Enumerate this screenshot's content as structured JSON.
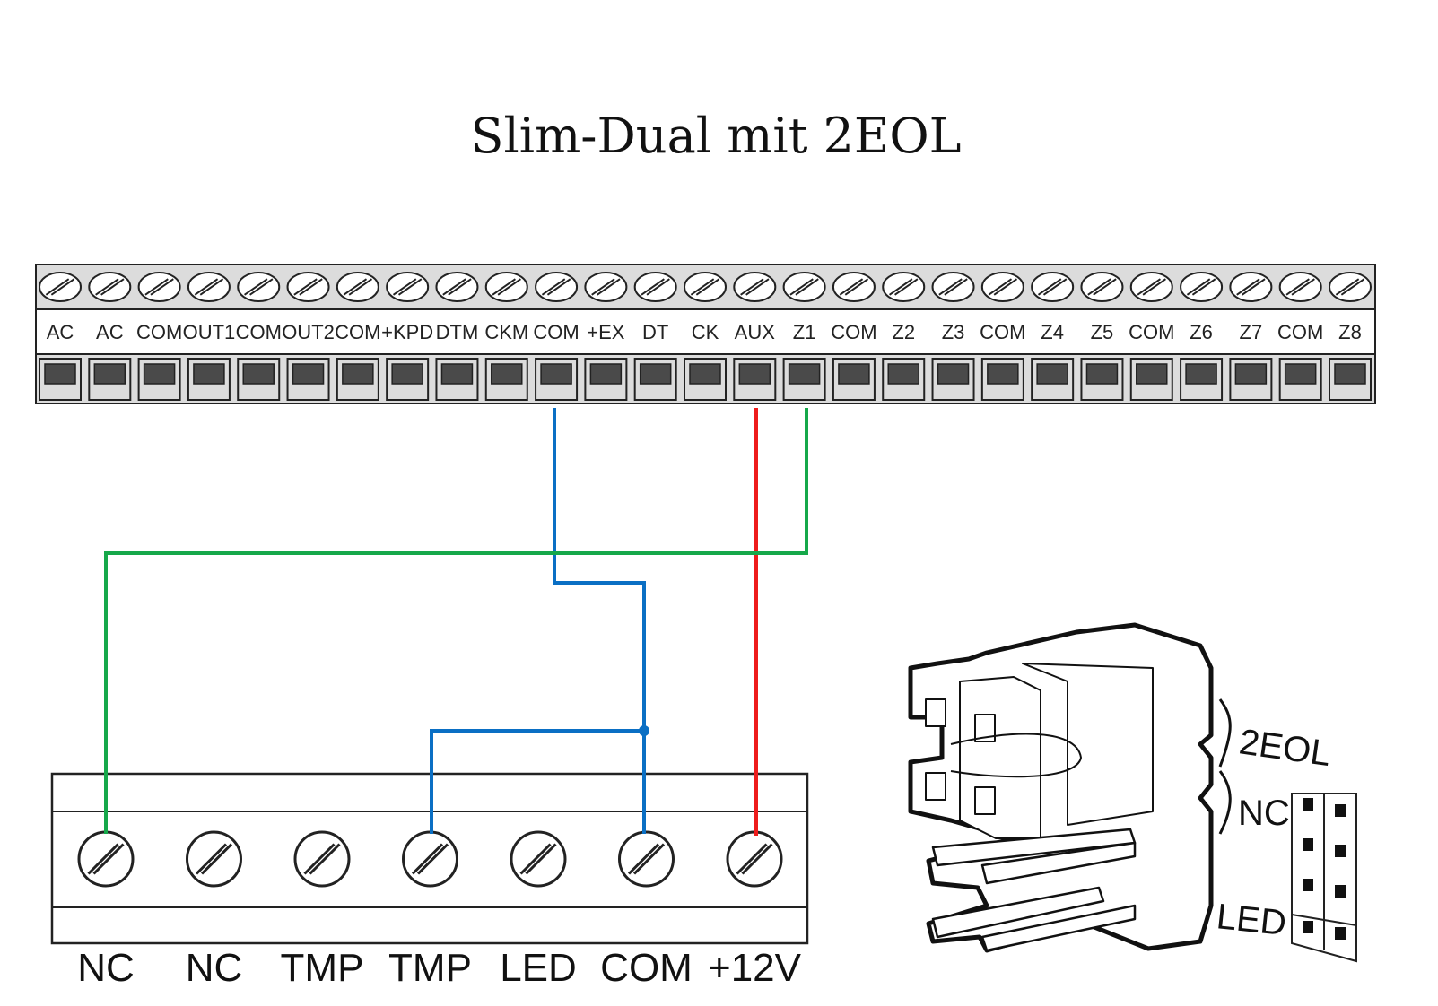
{
  "title": "Slim-Dual mit 2EOL",
  "panel_terminals": [
    "AC",
    "AC",
    "COM",
    "OUT1",
    "COM",
    "OUT2",
    "COM",
    "+KPD",
    "DTM",
    "CKM",
    "COM",
    "+EX",
    "DT",
    "CK",
    "AUX",
    "Z1",
    "COM",
    "Z2",
    "Z3",
    "COM",
    "Z4",
    "Z5",
    "COM",
    "Z6",
    "Z7",
    "COM",
    "Z8"
  ],
  "detector_terminals": [
    "NC",
    "NC",
    "TMP",
    "TMP",
    "LED",
    "COM",
    "+12V"
  ],
  "jumper_labels": {
    "eol": "2EOL",
    "nc": "NC",
    "led": "LED"
  },
  "wires": [
    {
      "name": "blue-wire",
      "color": "#0a6fc4",
      "from": "COM",
      "to": [
        "COM",
        "TMP"
      ]
    },
    {
      "name": "red-wire",
      "color": "#ee1c1c",
      "from": "AUX",
      "to": [
        "+12V"
      ]
    },
    {
      "name": "green-wire",
      "color": "#16a84a",
      "from": "Z1",
      "to": [
        "NC"
      ]
    }
  ]
}
